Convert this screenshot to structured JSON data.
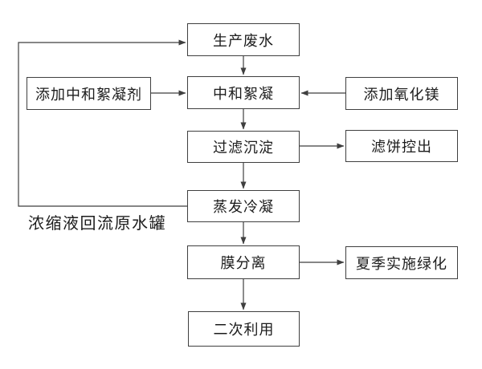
{
  "diagram": {
    "nodes": {
      "production": {
        "label": "生产废水"
      },
      "flocculant": {
        "label": "添加中和絮凝剂"
      },
      "neutralize": {
        "label": "中和絮凝"
      },
      "magnesia": {
        "label": "添加氧化镁"
      },
      "filter": {
        "label": "过滤沉淀"
      },
      "cake": {
        "label": "滤饼控出"
      },
      "evaporate": {
        "label": "蒸发冷凝"
      },
      "membrane": {
        "label": "膜分离"
      },
      "greening": {
        "label": "夏季实施绿化"
      },
      "reuse": {
        "label": "二次利用"
      }
    },
    "feedback_label": "浓缩液回流原水罐",
    "edges": [
      {
        "from": "production",
        "to": "neutralize"
      },
      {
        "from": "flocculant",
        "to": "neutralize"
      },
      {
        "from": "magnesia",
        "to": "neutralize"
      },
      {
        "from": "neutralize",
        "to": "filter"
      },
      {
        "from": "filter",
        "to": "cake"
      },
      {
        "from": "filter",
        "to": "evaporate"
      },
      {
        "from": "evaporate",
        "to": "membrane"
      },
      {
        "from": "evaporate",
        "to": "production",
        "label": "浓缩液回流原水罐"
      },
      {
        "from": "membrane",
        "to": "greening"
      },
      {
        "from": "membrane",
        "to": "reuse"
      }
    ],
    "colors": {
      "line": "#3f3f3f",
      "box_border": "#3f3f3f",
      "text": "#1c1c1c",
      "background": "#ffffff"
    }
  }
}
